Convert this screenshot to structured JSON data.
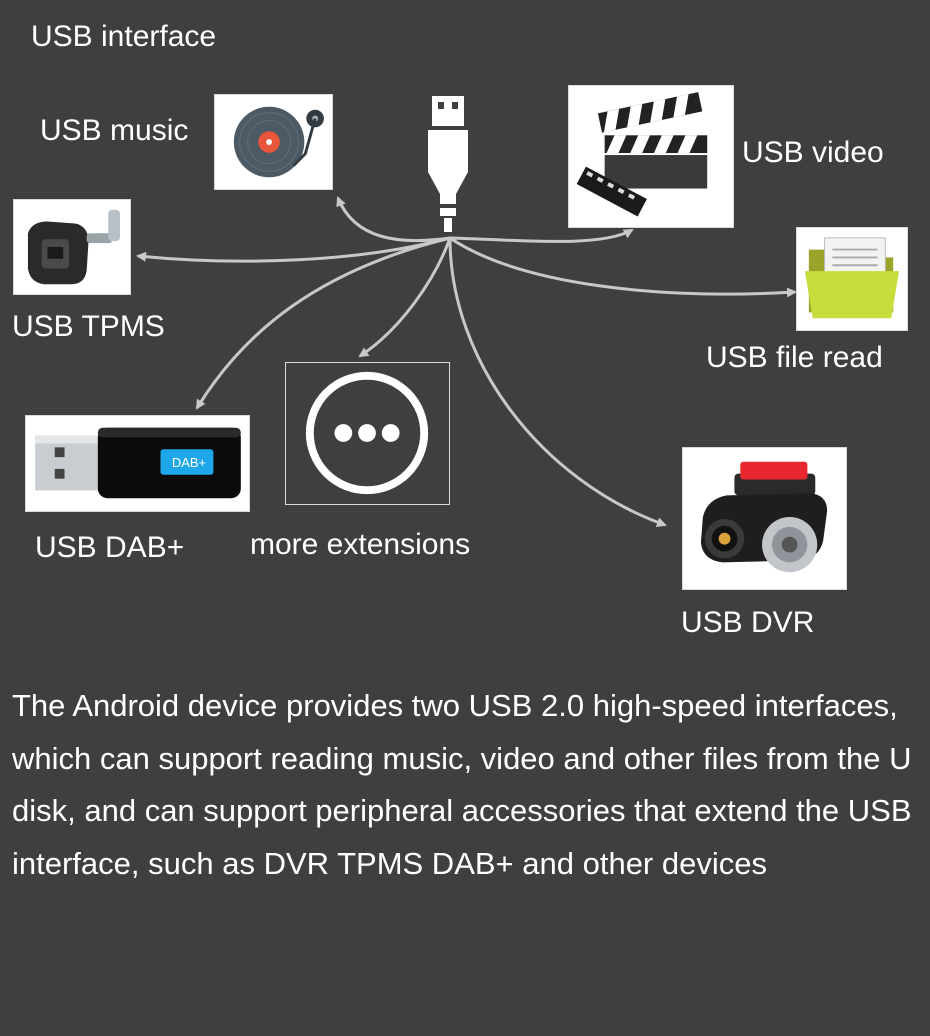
{
  "title": "USB interface",
  "labels": {
    "music": "USB music",
    "video": "USB video",
    "tpms": "USB TPMS",
    "file_read": "USB file read",
    "dab": "USB DAB+",
    "more": "more extensions",
    "dvr": "USB DVR"
  },
  "dab_badge": "DAB+",
  "description": "The Android device provides two USB 2.0 high-speed interfaces, which can support reading music, video and other files from the U disk, and can support peripheral accessories that extend the USB interface, such as DVR TPMS DAB+ and other devices",
  "icons": {
    "center": "usb-plug-icon",
    "music": "turntable-icon",
    "video": "clapperboard-icon",
    "tpms": "tire-pressure-sensor-icon",
    "file_read": "folder-icon",
    "dab": "usb-dongle-icon",
    "more": "more-icon",
    "dvr": "dashcam-icon"
  },
  "colors": {
    "background": "#3f3f3f",
    "text": "#ffffff",
    "connector": "#c8c8c8",
    "dab_badge": "#1ea7e8",
    "folder": "#c8dc3c",
    "dvr_top": "#e8262e"
  }
}
